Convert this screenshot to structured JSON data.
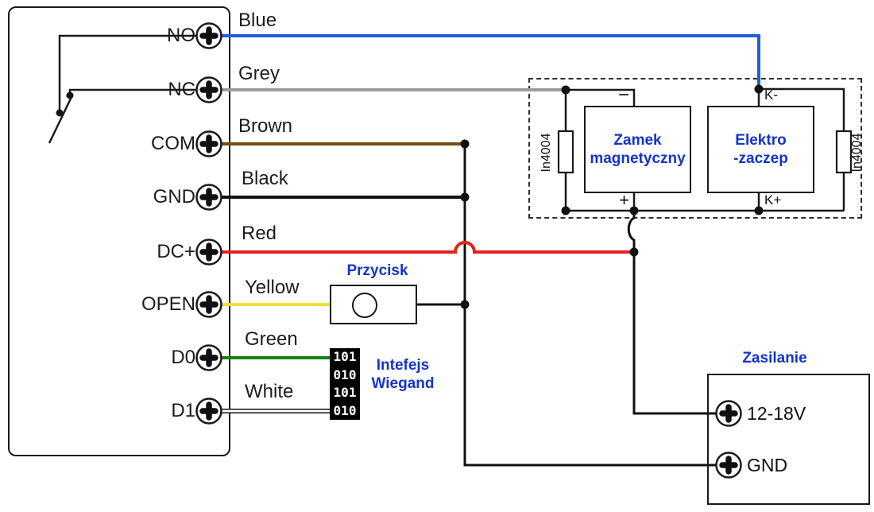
{
  "colors": {
    "blue": "#1e5fe0",
    "grey": "#9b9b9b",
    "brown": "#7a4a0e",
    "black": "#111111",
    "red": "#e2231a",
    "yellow": "#f2df3a",
    "green": "#12830f",
    "white": "#ffffff",
    "label_blue": "#1334cc"
  },
  "icons": {
    "screw_terminal": "circle-cross"
  },
  "device": {
    "terminals": [
      {
        "label": "NO",
        "wire": "Blue"
      },
      {
        "label": "NC",
        "wire": "Grey"
      },
      {
        "label": "COM",
        "wire": "Brown"
      },
      {
        "label": "GND",
        "wire": "Black"
      },
      {
        "label": "DC+",
        "wire": "Red"
      },
      {
        "label": "OPEN",
        "wire": "Yellow"
      },
      {
        "label": "D0",
        "wire": "Green"
      },
      {
        "label": "D1",
        "wire": "White"
      }
    ]
  },
  "button": {
    "label": "Przycisk"
  },
  "wiegand": {
    "label": [
      "Intefejs",
      "Wiegand"
    ],
    "bits": [
      "101",
      "010",
      "101",
      "010"
    ]
  },
  "lock_module": {
    "maglock": {
      "name": [
        "Zamek",
        "magnetyczny"
      ],
      "top_terminal": "−",
      "bottom_terminal": "+"
    },
    "strike": {
      "name": [
        "Elektro",
        "-zaczep"
      ],
      "top_terminal": "K-",
      "bottom_terminal": "K+"
    },
    "diode_left": "In4004",
    "diode_right": "In4004"
  },
  "power": {
    "title": "Zasilanie",
    "terminals": [
      "12-18V",
      "GND"
    ]
  }
}
